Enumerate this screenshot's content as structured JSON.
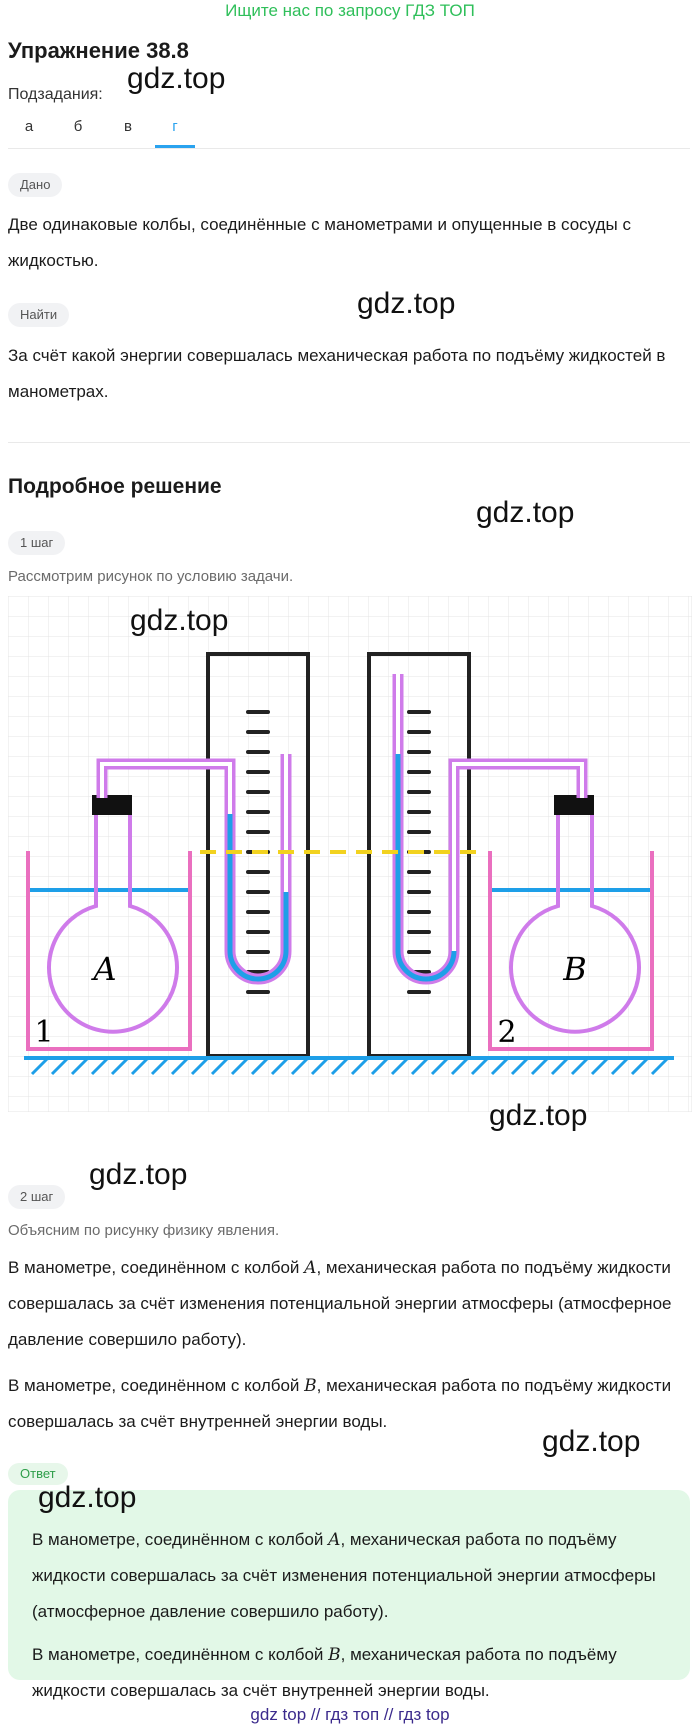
{
  "banner": "Ищите нас по запросу ГДЗ ТОП",
  "exercise_title": "Упражнение 38.8",
  "subtasks": {
    "label": "Подзадания:",
    "tabs": [
      "а",
      "б",
      "в",
      "г"
    ],
    "active": "г"
  },
  "given": {
    "chip": "Дано",
    "text": "Две одинаковые колбы, соединённые с манометрами и опущенные в сосуды с жидкостью."
  },
  "find": {
    "chip": "Найти",
    "text": "За счёт какой энергии совершалась механическая работа по подъёму жидкостей в манометрах."
  },
  "solution": {
    "heading": "Подробное решение",
    "step1": {
      "chip": "1 шаг",
      "caption": "Рассмотрим рисунок по условию задачи."
    },
    "figure": {
      "flask_a": "A",
      "flask_b": "B",
      "vessel_1": "1",
      "vessel_2": "2"
    },
    "step2": {
      "chip": "2 шаг",
      "caption": "Объясним по рисунку физику явления.",
      "p1_before": "В манометре, соединённом с колбой ",
      "p1_var": "A",
      "p1_after": ", механическая работа по подъёму жидкости совершалась за счёт изменения потенциальной энергии атмосферы (атмосферное давление совершило работу).",
      "p2_before": "В манометре, соединённом с колбой ",
      "p2_var": "B",
      "p2_after": ", механическая работа по подъёму жидкости совершалась за счёт внутренней энергии воды."
    }
  },
  "answer": {
    "chip": "Ответ",
    "p1_before": "В манометре, соединённом с колбой ",
    "p1_var": "A",
    "p1_after": ", механическая работа по подъёму жидкости совершалась за счёт изменения потенциальной энергии атмосферы (атмосферное давление совершило работу).",
    "p2_before": "В манометре, соединённом с колбой ",
    "p2_var": "B",
    "p2_after": ", механическая работа по подъёму жидкости совершалась за счёт внутренней энергии воды."
  },
  "watermark": "gdz.top",
  "footer": "gdz top  //  гдз топ  //  гдз top",
  "colors": {
    "accent": "#2aa3ef",
    "banner_green": "#2fbf5a",
    "answer_bg": "#e2f8e7",
    "vessel_pink": "#ea6fbf",
    "flask_violet": "#cf7bea",
    "liquid_blue": "#1e9fe8",
    "level_yellow": "#f2d21f"
  }
}
